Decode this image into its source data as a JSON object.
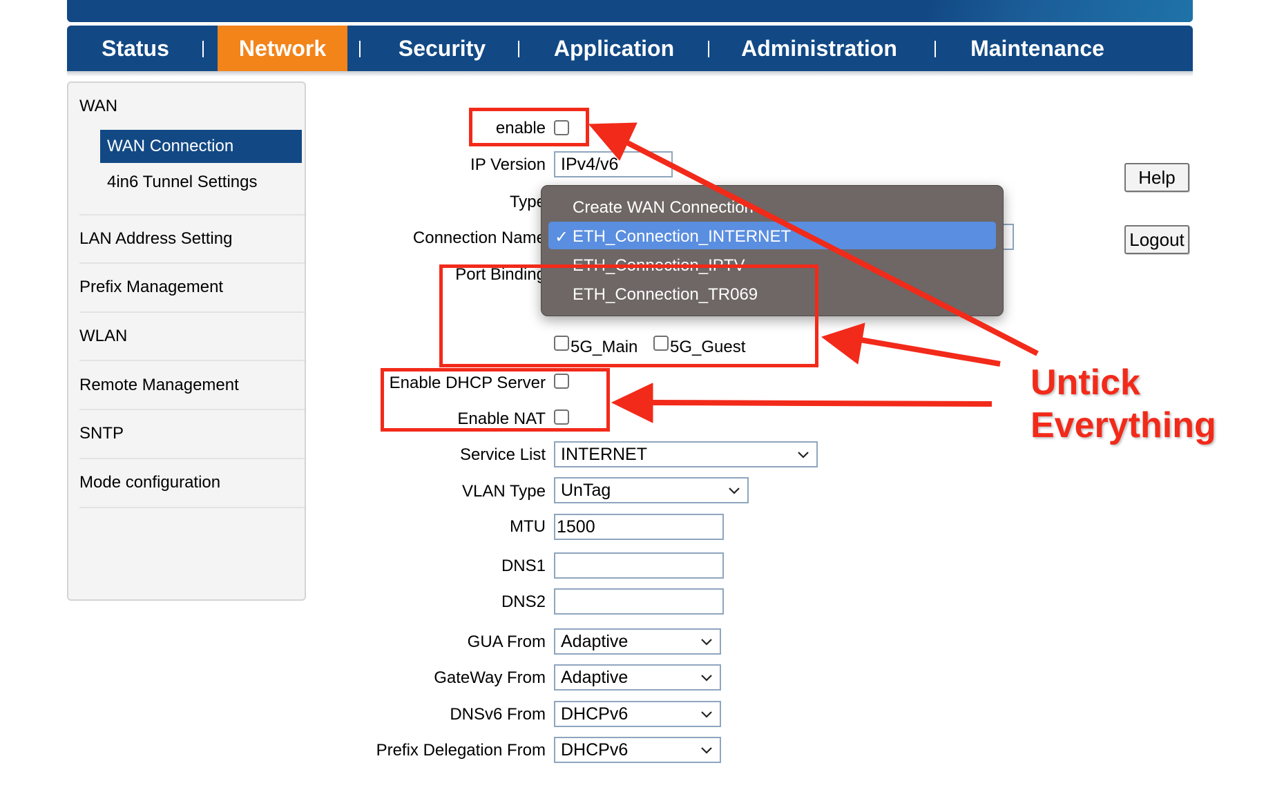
{
  "nav": {
    "items": [
      "Status",
      "Network",
      "Security",
      "Application",
      "Administration",
      "Maintenance"
    ],
    "active": "Network",
    "active_color": "#f2841a",
    "bar_color": "#124985"
  },
  "sidebar": {
    "wan": "WAN",
    "wan_connection": "WAN Connection",
    "tunnel": "4in6 Tunnel Settings",
    "lan": "LAN Address Setting",
    "prefix": "Prefix Management",
    "wlan": "WLAN",
    "remote": "Remote Management",
    "sntp": "SNTP",
    "mode": "Mode configuration"
  },
  "form": {
    "enable_label": "enable",
    "ip_version_label": "IP Version",
    "ip_version_value": "IPv4/v6",
    "type_label": "Type",
    "connection_name_label": "Connection Name",
    "port_binding_label": "Port Binding",
    "port_5g_main": "5G_Main",
    "port_5g_guest": "5G_Guest",
    "dhcp_label": "Enable DHCP Server",
    "nat_label": "Enable NAT",
    "service_list_label": "Service List",
    "service_list_value": "INTERNET",
    "vlan_type_label": "VLAN Type",
    "vlan_type_value": "UnTag",
    "mtu_label": "MTU",
    "mtu_value": "1500",
    "dns1_label": "DNS1",
    "dns1_value": "",
    "dns2_label": "DNS2",
    "dns2_value": "",
    "gua_label": "GUA From",
    "gua_value": "Adaptive",
    "gateway_label": "GateWay From",
    "gateway_value": "Adaptive",
    "dnsv6_label": "DNSv6 From",
    "dnsv6_value": "DHCPv6",
    "prefix_label": "Prefix Delegation From",
    "prefix_value": "DHCPv6"
  },
  "dropdown": {
    "items": [
      "Create WAN Connection",
      "ETH_Connection_INTERNET",
      "ETH_Connection_IPTV",
      "ETH_Connection_TR069"
    ],
    "selected": "ETH_Connection_INTERNET",
    "highlight_color": "#5a8ee0"
  },
  "buttons": {
    "help": "Help",
    "logout": "Logout"
  },
  "annotation": {
    "line1": "Untick",
    "line2": "Everything",
    "color": "#f22a1a"
  }
}
